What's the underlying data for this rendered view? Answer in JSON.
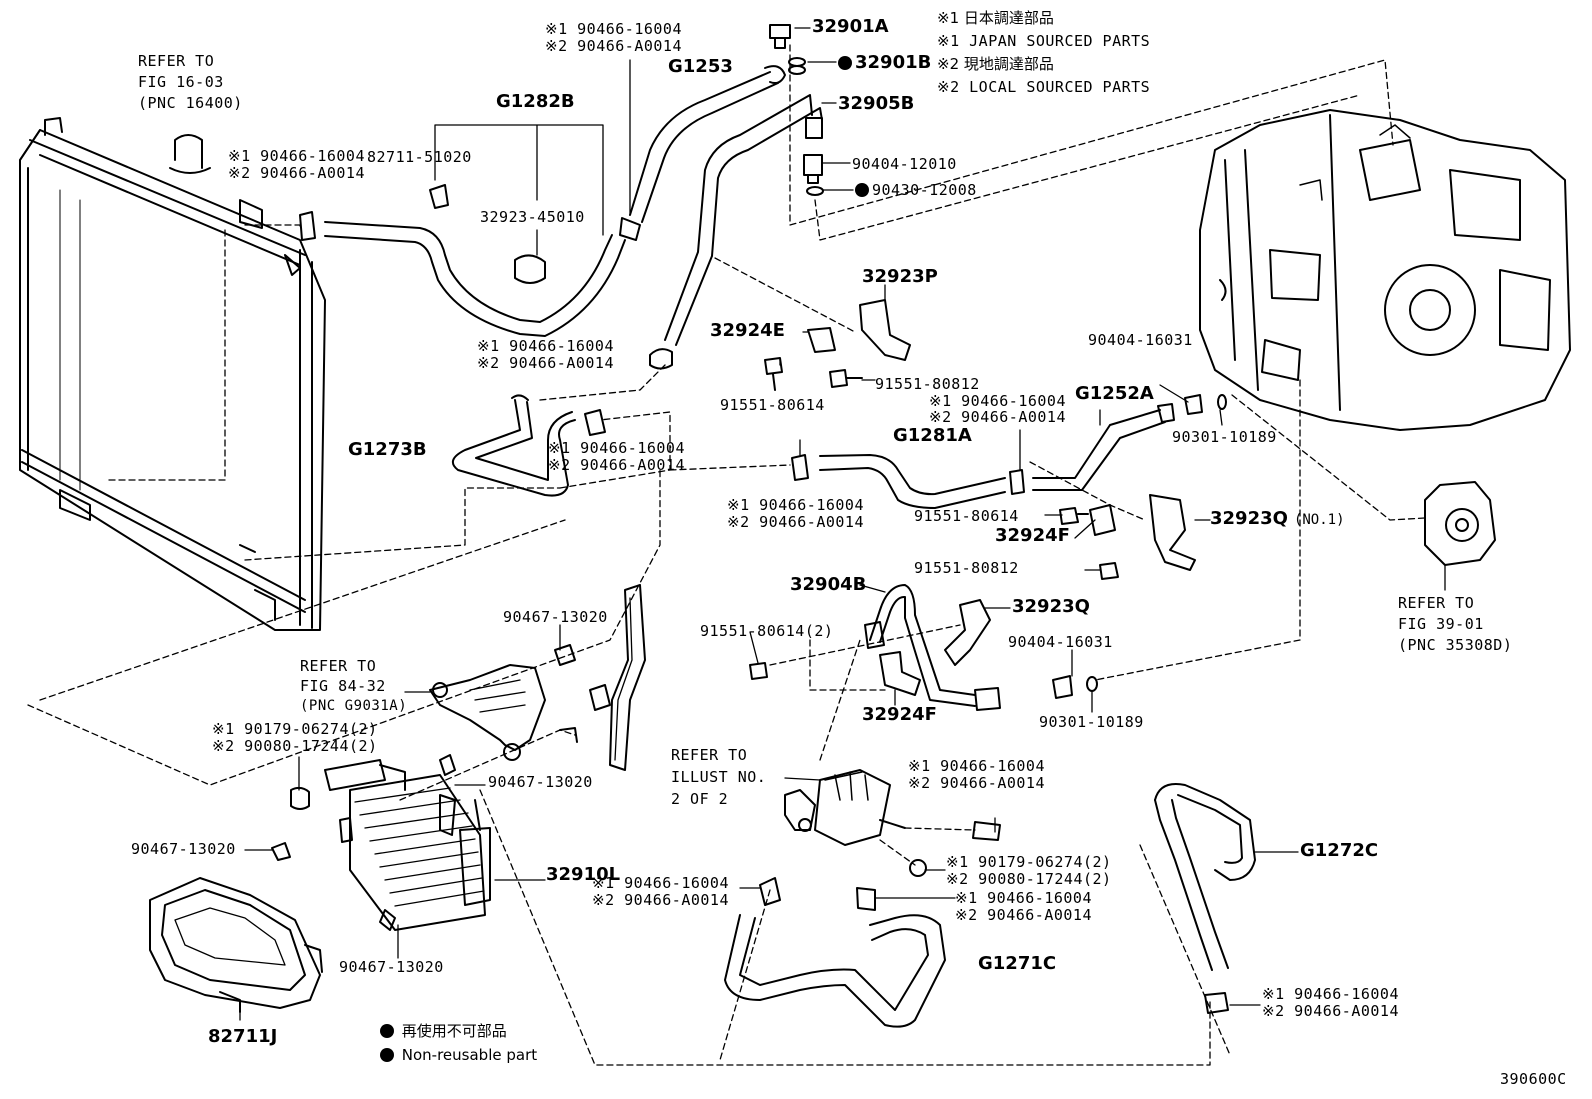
{
  "legend_top": {
    "l1": "※1 日本調達部品",
    "l2": "※1 JAPAN SOURCED PARTS",
    "l3": "※2 現地調達部品",
    "l4": "※2 LOCAL SOURCED PARTS"
  },
  "legend_bottom": {
    "l1": "再使用不可部品",
    "l2": "Non-reusable part"
  },
  "figure_code": "390600C",
  "refers": {
    "radiator": {
      "l1": "REFER TO",
      "l2": "FIG 16-03",
      "l3": "(PNC 16400)"
    },
    "bracket": {
      "l1": "REFER TO",
      "l2": "FIG 84-32",
      "l3": "(PNC G9031A)"
    },
    "illust": {
      "l1": "REFER TO",
      "l2": "ILLUST NO.",
      "l3": "2 OF 2"
    },
    "pump": {
      "l1": "REFER TO",
      "l2": "FIG 39-01",
      "l3": "(PNC 35308D)"
    }
  },
  "clamp": {
    "s1": "※1 90466-16004",
    "s2": "※2 90466-A0014"
  },
  "parts": {
    "p32901A": "32901A",
    "p32901B": "32901B",
    "p32905B": "32905B",
    "p90404_12010": "90404-12010",
    "p90430_12008": "90430-12008",
    "pG1253": "G1253",
    "pG1282B": "G1282B",
    "p82711_51020": "82711-51020",
    "p32923_45010": "32923-45010",
    "p32923P": "32923P",
    "p32924E": "32924E",
    "p91551_80614": "91551-80614",
    "p91551_80812": "91551-80812",
    "p90404_16031": "90404-16031",
    "pG1252A": "G1252A",
    "p90301_10189": "90301-10189",
    "pG1273B": "G1273B",
    "pG1281A": "G1281A",
    "p32924F": "32924F",
    "p32923Q_no1": "32923Q",
    "no1": "(NO.1)",
    "p32904B": "32904B",
    "p32923Q": "32923Q",
    "p91551_80614_2": "91551-80614(2)",
    "p90467_13020": "90467-13020",
    "p90179_06274_2_s1": "※1 90179-06274(2)",
    "p90080_17244_2_s2": "※2 90080-17244(2)",
    "p32910L": "32910L",
    "p82711J": "82711J",
    "pG1272C": "G1272C",
    "pG1271C": "G1271C"
  }
}
